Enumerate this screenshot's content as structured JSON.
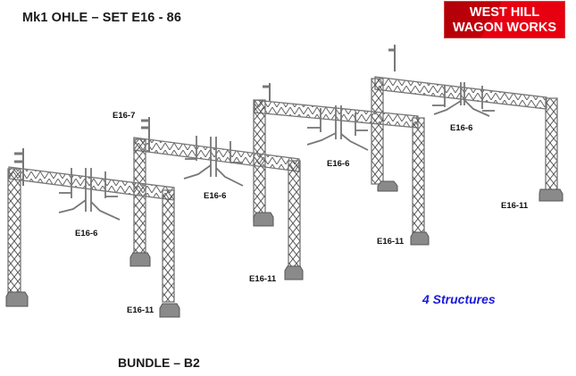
{
  "header": {
    "title": "Mk1 OHLE – SET E16 - 86",
    "logo_line1": "WEST HILL",
    "logo_line2": "WAGON WORKS",
    "logo_color": "#e60012"
  },
  "structures": [
    {
      "id": "structure-1",
      "boom_label": "E16-6",
      "mast_label": "E16-11"
    },
    {
      "id": "structure-2",
      "boom_label": "E16-6",
      "extra_label": "E16-7",
      "mast_label": "E16-11"
    },
    {
      "id": "structure-3",
      "boom_label": "E16-6",
      "mast_label": "E16-11"
    },
    {
      "id": "structure-4",
      "boom_label": "E16-6",
      "mast_label": "E16-11"
    }
  ],
  "footer": {
    "count_text": "4 Structures",
    "count_color": "#1a1adb",
    "bundle_text": "BUNDLE – B2"
  }
}
